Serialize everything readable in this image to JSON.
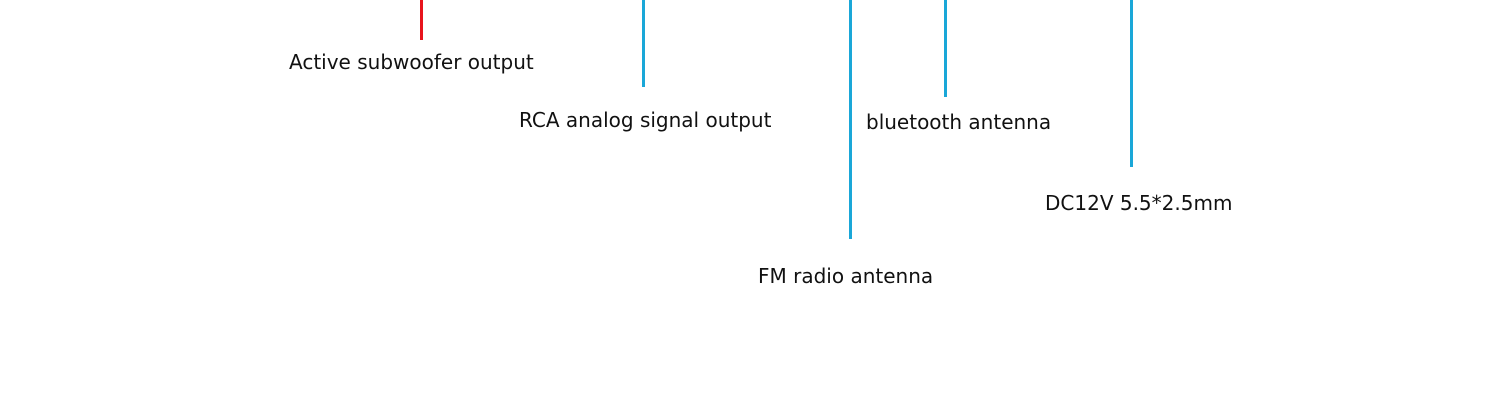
{
  "callouts": {
    "subwoofer": {
      "label": "Active subwoofer output",
      "color": "#e8141c"
    },
    "rca": {
      "label": "RCA analog signal output",
      "color": "#1aa7d8"
    },
    "bluetooth": {
      "label": "bluetooth antenna",
      "color": "#1aa7d8"
    },
    "dc": {
      "label": "DC12V 5.5*2.5mm",
      "color": "#1aa7d8"
    },
    "fm": {
      "label": "FM radio antenna",
      "color": "#1aa7d8"
    }
  }
}
